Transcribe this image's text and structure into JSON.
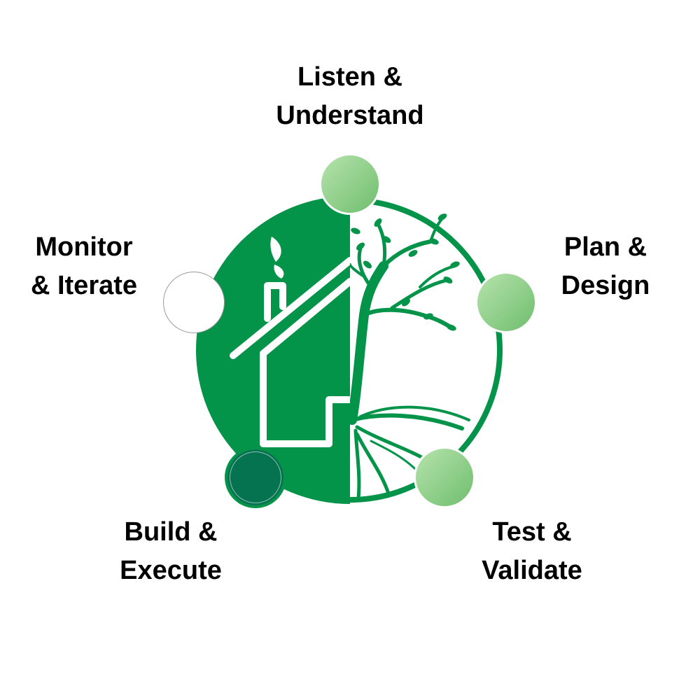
{
  "colors": {
    "brand_green": "#03944A",
    "light_green_start": "#A8DDA0",
    "light_green_end": "#7CC57A",
    "dark_green": "#05734F",
    "white": "#FFFFFF"
  },
  "logo": {
    "icon": "house-and-tree-icon"
  },
  "stages": [
    {
      "line1": "Listen &",
      "line2": "Understand",
      "marker_style": "light-green-gradient"
    },
    {
      "line1": "Plan &",
      "line2": "Design",
      "marker_style": "light-green-gradient"
    },
    {
      "line1": "Test &",
      "line2": "Validate",
      "marker_style": "light-green-gradient"
    },
    {
      "line1": "Build &",
      "line2": "Execute",
      "marker_style": "dark-green-dotted"
    },
    {
      "line1": "Monitor",
      "line2": "& Iterate",
      "marker_style": "white-outline"
    }
  ]
}
